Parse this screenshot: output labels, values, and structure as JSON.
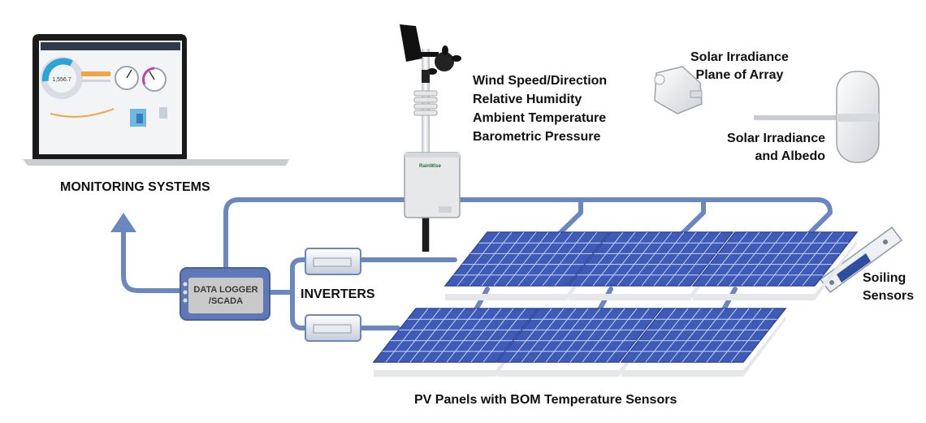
{
  "monitoring": {
    "label": "MONITORING SYSTEMS",
    "gauge_value": "1,556.7"
  },
  "weather_station": {
    "lines": [
      "Wind Speed/Direction",
      "Relative Humidity",
      "Ambient Temperature",
      "Barometric Pressure"
    ],
    "enclosure_brand": "RainWise"
  },
  "poa_sensor": {
    "lines": [
      "Solar Irradiance",
      "Plane of Array"
    ]
  },
  "albedo_sensor": {
    "lines": [
      "Solar Irradiance",
      "and Albedo"
    ]
  },
  "data_logger": {
    "lines": [
      "DATA LOGGER",
      "/SCADA"
    ]
  },
  "inverters": {
    "label": "INVERTERS"
  },
  "soiling": {
    "lines": [
      "Soiling",
      "Sensors"
    ]
  },
  "panels": {
    "label": "PV Panels with BOM Temperature Sensors"
  },
  "colors": {
    "line": "#6b87c2",
    "panel": "#3f5bb8",
    "panel_cell": "#4f6dcc",
    "logger_screen": "#c9c9c9",
    "text": "#111111"
  }
}
